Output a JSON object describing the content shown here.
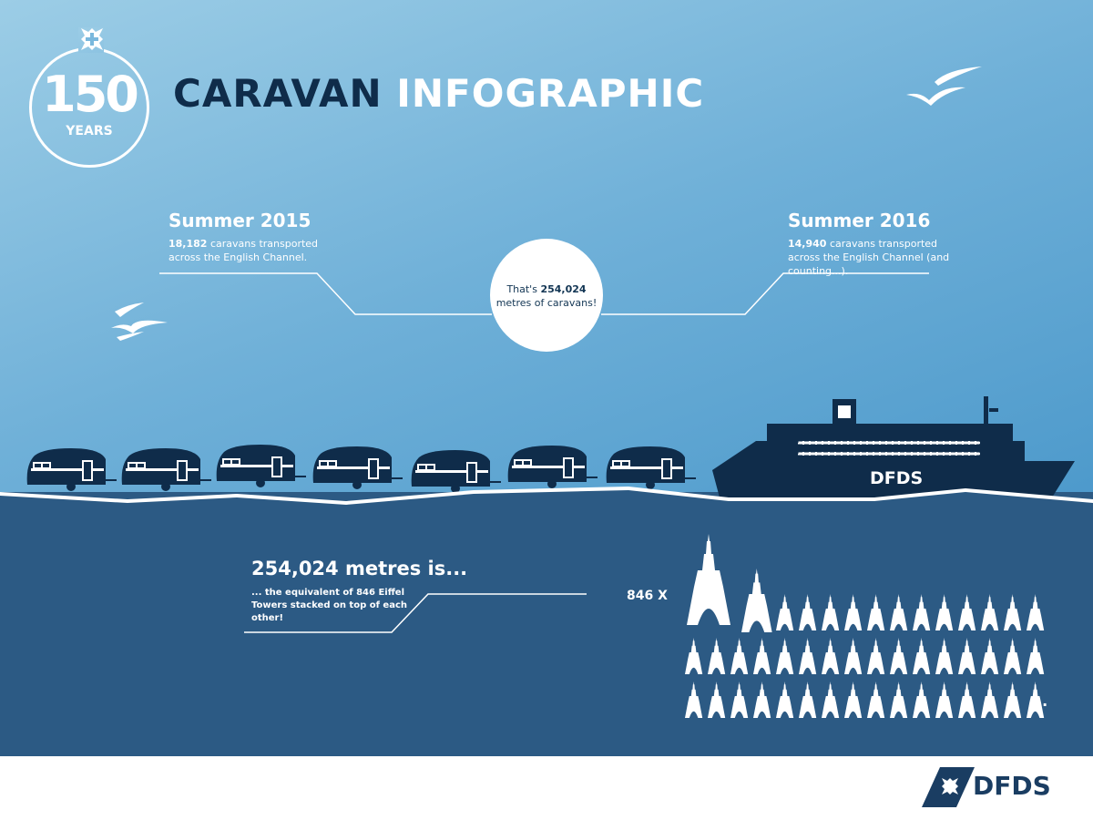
{
  "badge": {
    "number": "150",
    "label": "YEARS"
  },
  "title": {
    "part1": "CARAVAN ",
    "part2": "INFOGRAPHIC"
  },
  "summer_2015": {
    "heading": "Summer 2015",
    "count": "18,182",
    "text": " caravans transported across the English Channel."
  },
  "summer_2016": {
    "heading": "Summer 2016",
    "count": "14,940",
    "text": " caravans transported across the English Channel (and counting...)."
  },
  "total": {
    "prefix": "That's ",
    "value": "254,024",
    "suffix": "metres of caravans!"
  },
  "ship": {
    "name": "DFDS"
  },
  "equivalent": {
    "heading": "254,024 metres is...",
    "text": "... the equivalent of 846 Eiffel Towers stacked on top of each other!"
  },
  "multiplier": "846 X",
  "ellipsis": "...",
  "logo": {
    "name": "DFDS"
  },
  "colors": {
    "sky": "#6fb0d8",
    "sea": "#2c5a84",
    "navy": "#0f2c4a",
    "white": "#ffffff"
  },
  "icons": {
    "caravan": "caravan-icon",
    "tower": "eiffel-tower-icon",
    "bird": "seagull-icon",
    "cross": "cross-icon"
  }
}
